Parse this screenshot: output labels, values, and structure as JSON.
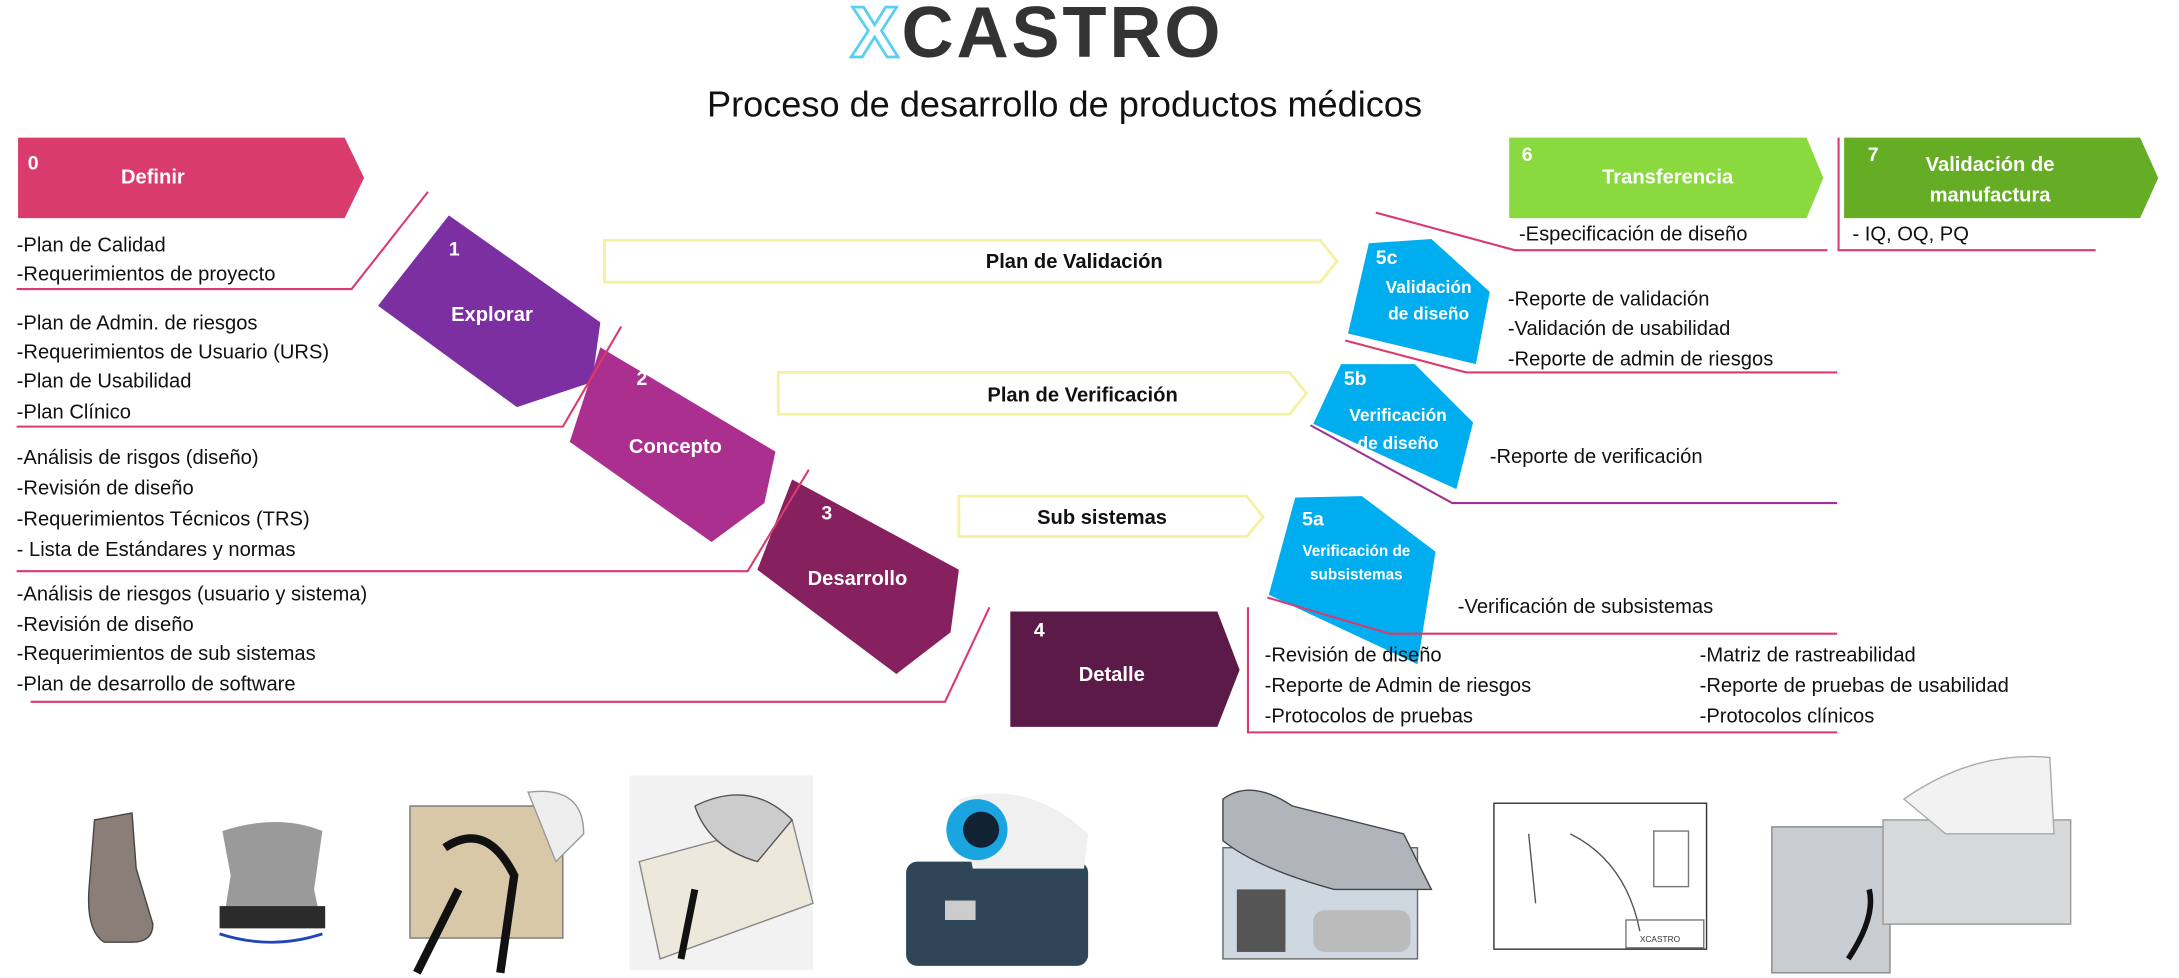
{
  "logo": {
    "text": "XCASTRO",
    "x_color": "#5ad0f0",
    "text_color": "#333333"
  },
  "title": "Proceso de desarrollo de productos médicos",
  "colors": {
    "definir": "#d93b6c",
    "explorar": "#7b2fa0",
    "concepto": "#ab2f8f",
    "desarrollo": "#86205f",
    "detalle": "#5b1a48",
    "verificacion": "#00aeef",
    "transferencia": "#8ad93f",
    "manufactura": "#64ad24",
    "line": "#d93b6c",
    "line_purple": "#a0338f"
  },
  "stages": [
    {
      "num": "0",
      "label": "Definir",
      "items": [
        "-Plan de Calidad",
        "-Requerimientos de proyecto"
      ]
    },
    {
      "num": "1",
      "label": "Explorar",
      "items": [
        "-Plan de Admin. de riesgos",
        "-Requerimientos de Usuario (URS)",
        "-Plan de Usabilidad",
        "-Plan Clínico"
      ]
    },
    {
      "num": "2",
      "label": "Concepto",
      "items": [
        "-Análisis de risgos (diseño)",
        "-Revisión de diseño",
        "-Requerimientos Técnicos (TRS)",
        "- Lista de Estándares y normas"
      ]
    },
    {
      "num": "3",
      "label": "Desarrollo",
      "items": [
        "-Análisis de riesgos (usuario y sistema)",
        "-Revisión de diseño",
        "-Requerimientos de sub sistemas",
        "-Plan de desarrollo de software"
      ]
    },
    {
      "num": "4",
      "label": "Detalle",
      "items": [
        "-Revisión de diseño",
        "-Reporte de Admin de riesgos",
        "-Protocolos de pruebas",
        "-Matriz de rastreabilidad",
        "-Reporte de pruebas de usabilidad",
        "-Protocolos clínicos"
      ]
    },
    {
      "num": "5a",
      "label_lines": [
        "Verificación de",
        "subsistemas"
      ],
      "items": [
        "-Verificación de subsistemas"
      ]
    },
    {
      "num": "5b",
      "label_lines": [
        "Verificación",
        "de diseño"
      ],
      "items": [
        "-Reporte de verificación"
      ]
    },
    {
      "num": "5c",
      "label_lines": [
        "Validación",
        "de diseño"
      ],
      "items": [
        "-Reporte de validación",
        "-Validación de usabilidad",
        "-Reporte de admin de riesgos"
      ]
    },
    {
      "num": "6",
      "label": "Transferencia",
      "items": [
        "-Especificación de diseño"
      ]
    },
    {
      "num": "7",
      "label_lines": [
        "Validación de",
        "manufactura"
      ],
      "items": [
        "- IQ, OQ, PQ"
      ]
    }
  ],
  "plans": [
    "Plan de Validación",
    "Plan de Verificación",
    "Sub sistemas"
  ],
  "photos": [
    "foot-orthosis-sketch",
    "boot-render",
    "prototype-1",
    "prototype-2",
    "concept-render",
    "detail-cad-render",
    "technical-drawing",
    "final-device"
  ]
}
